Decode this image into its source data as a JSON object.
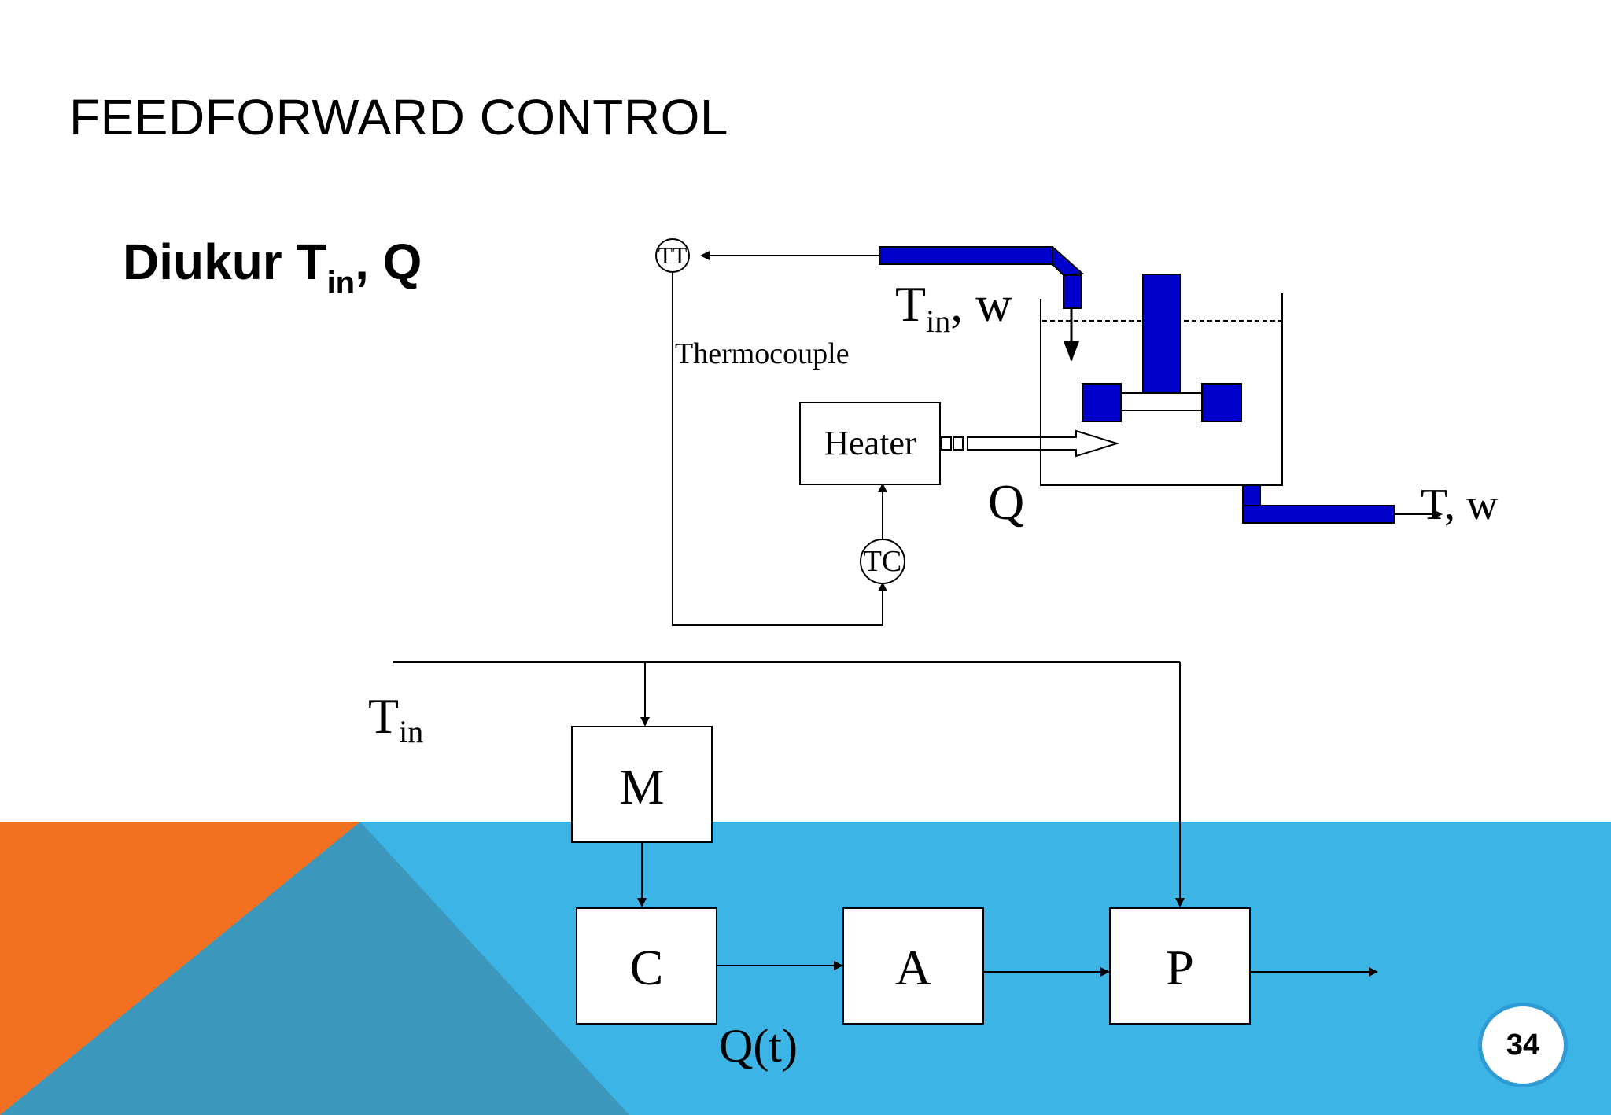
{
  "title": "FEEDFORWARD CONTROL",
  "subtitle": {
    "prefix": "Diukur T",
    "sub": "in",
    "suffix": ", Q"
  },
  "process": {
    "tt": "TT",
    "tc": "TC",
    "thermocouple": "Thermocouple",
    "heater": "Heater",
    "inlet_main": "T",
    "inlet_sub": "in",
    "inlet_suffix": ", w",
    "heat_flow": "Q",
    "outlet": "T, w"
  },
  "block": {
    "input_main": "T",
    "input_sub": "in",
    "m": "M",
    "c": "C",
    "a": "A",
    "p": "P",
    "q_of_t": "Q(t)"
  },
  "page_number": "34",
  "colors": {
    "orange": "#f37021",
    "blue_light": "#3cb4e5",
    "blue_dark": "#3b98bc",
    "pipe": "#0000cc"
  }
}
